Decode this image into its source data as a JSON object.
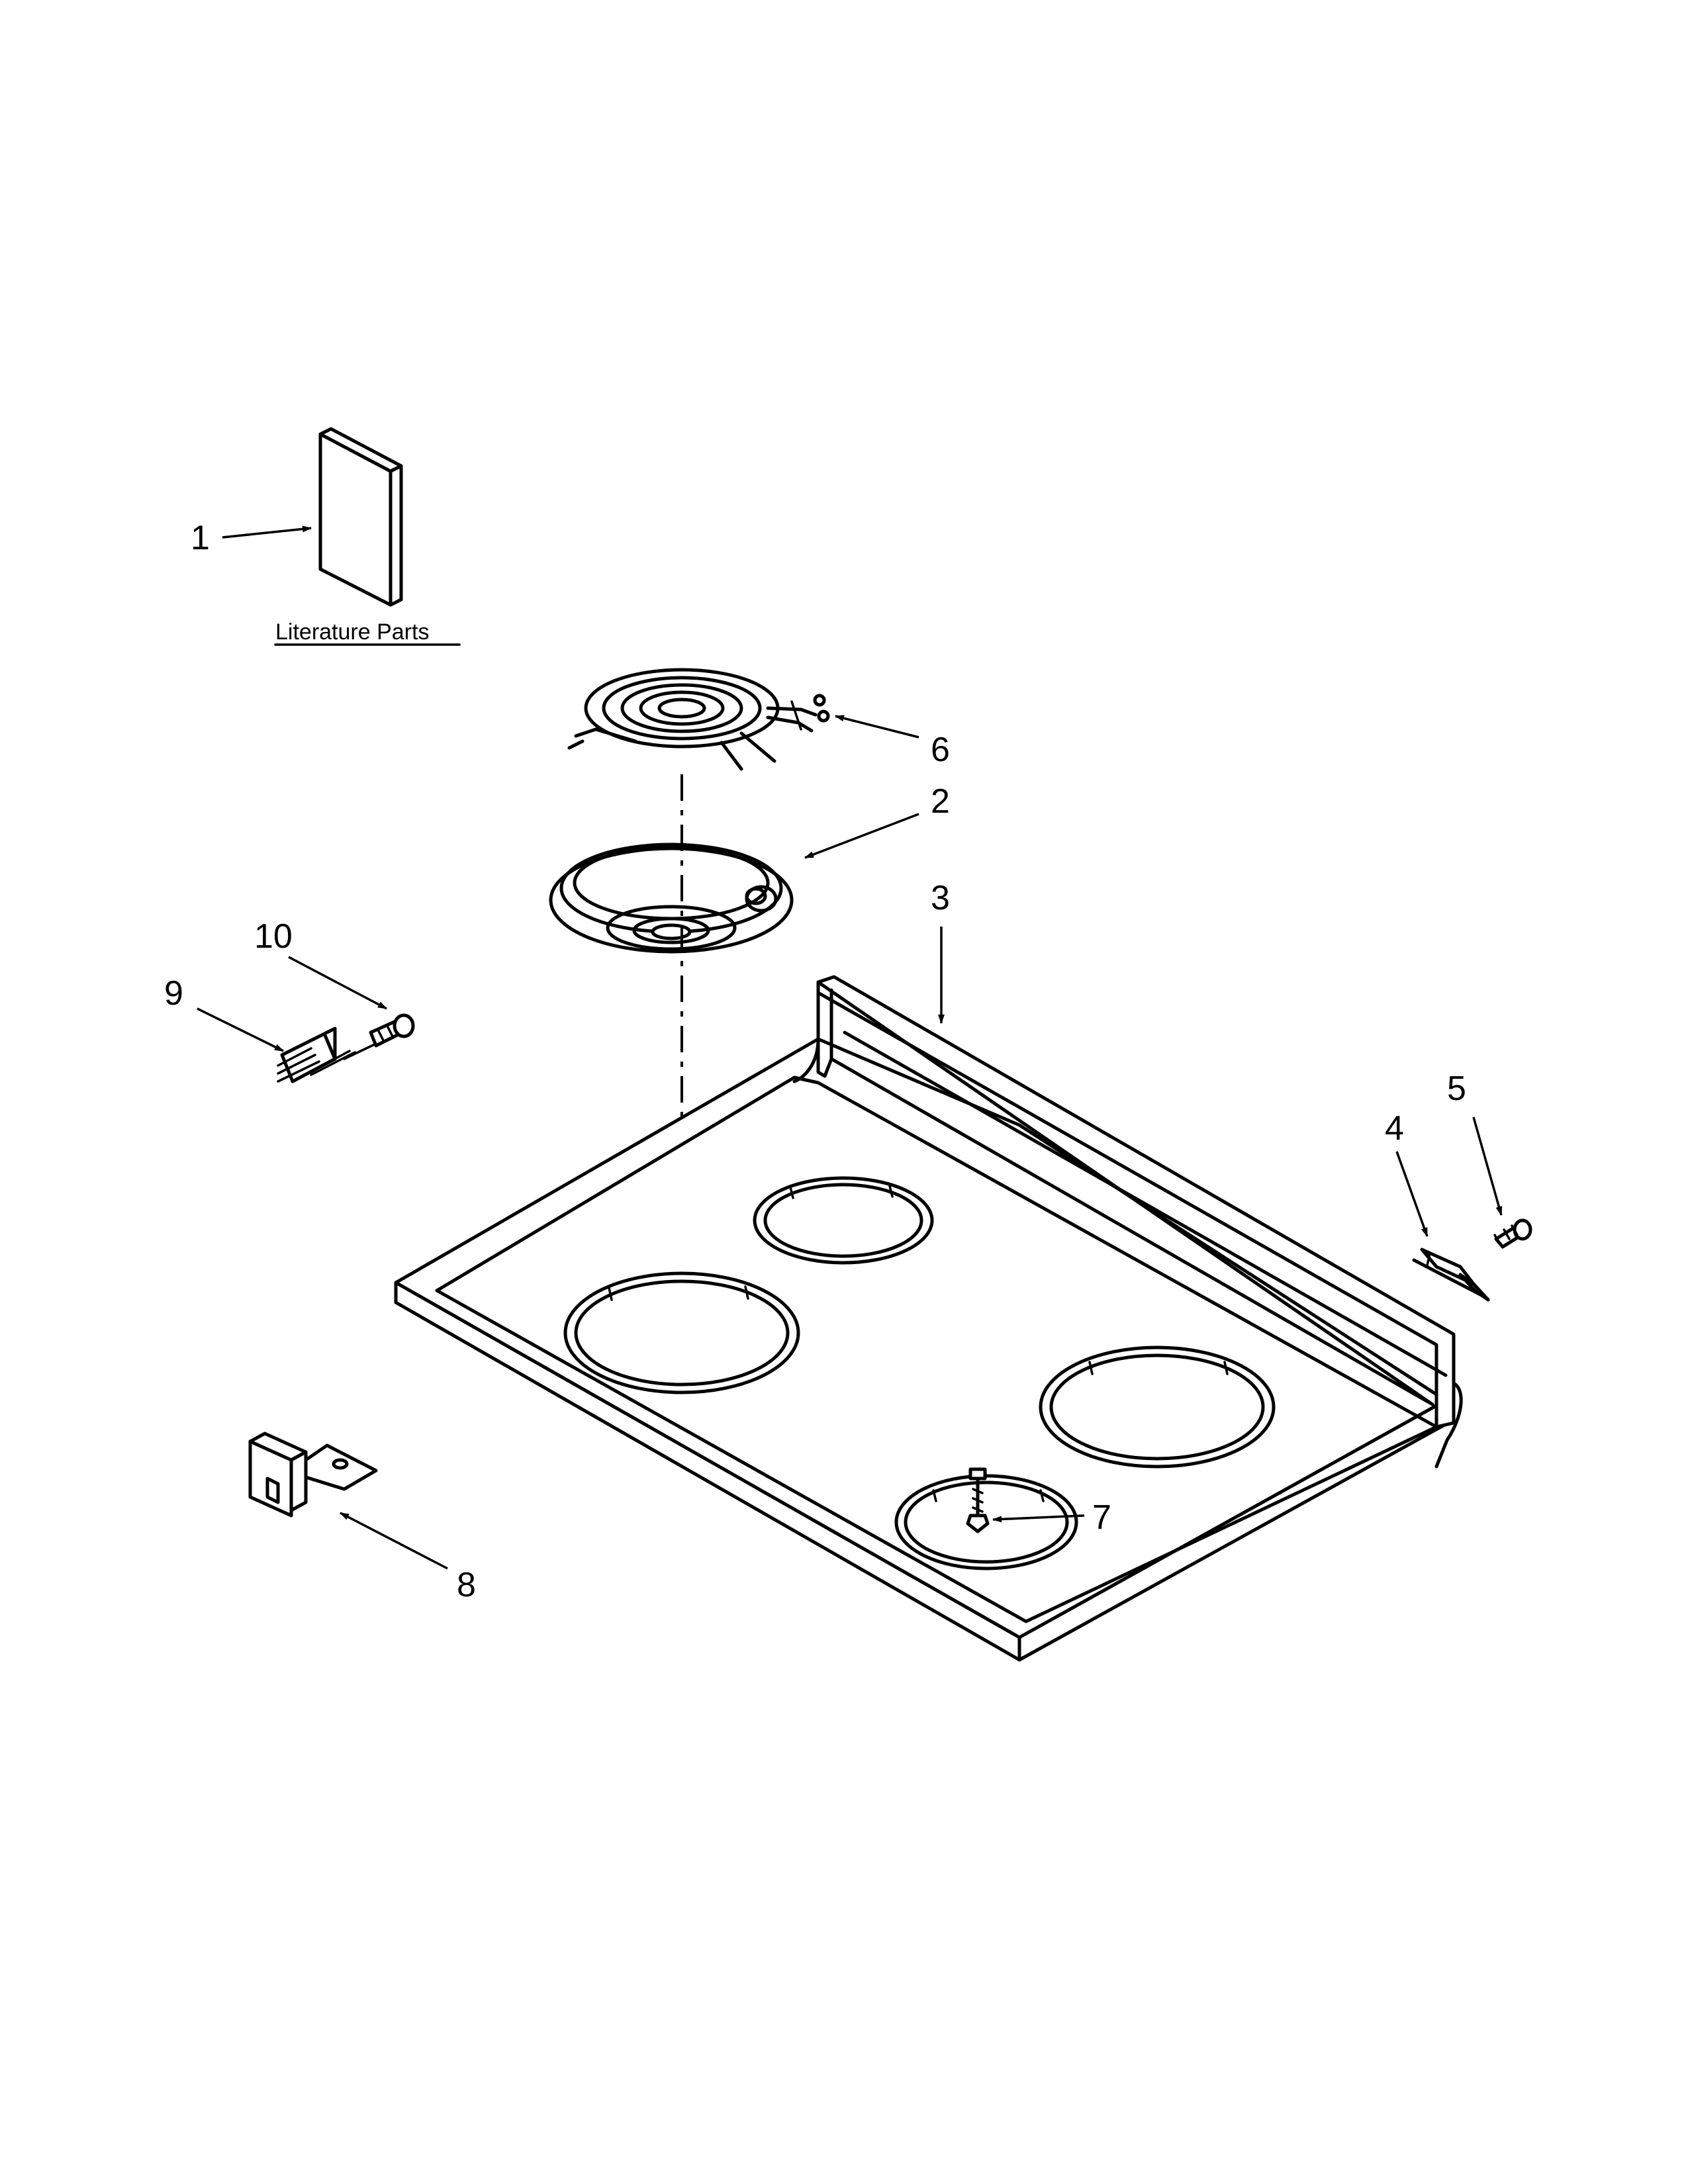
{
  "literature_label": "Literature Parts",
  "callouts": {
    "c1": "1",
    "c2": "2",
    "c3": "3",
    "c4": "4",
    "c5": "5",
    "c6": "6",
    "c7": "7",
    "c8": "8",
    "c9": "9",
    "c10": "10"
  },
  "colors": {
    "line": "#000000",
    "background": "#ffffff"
  }
}
